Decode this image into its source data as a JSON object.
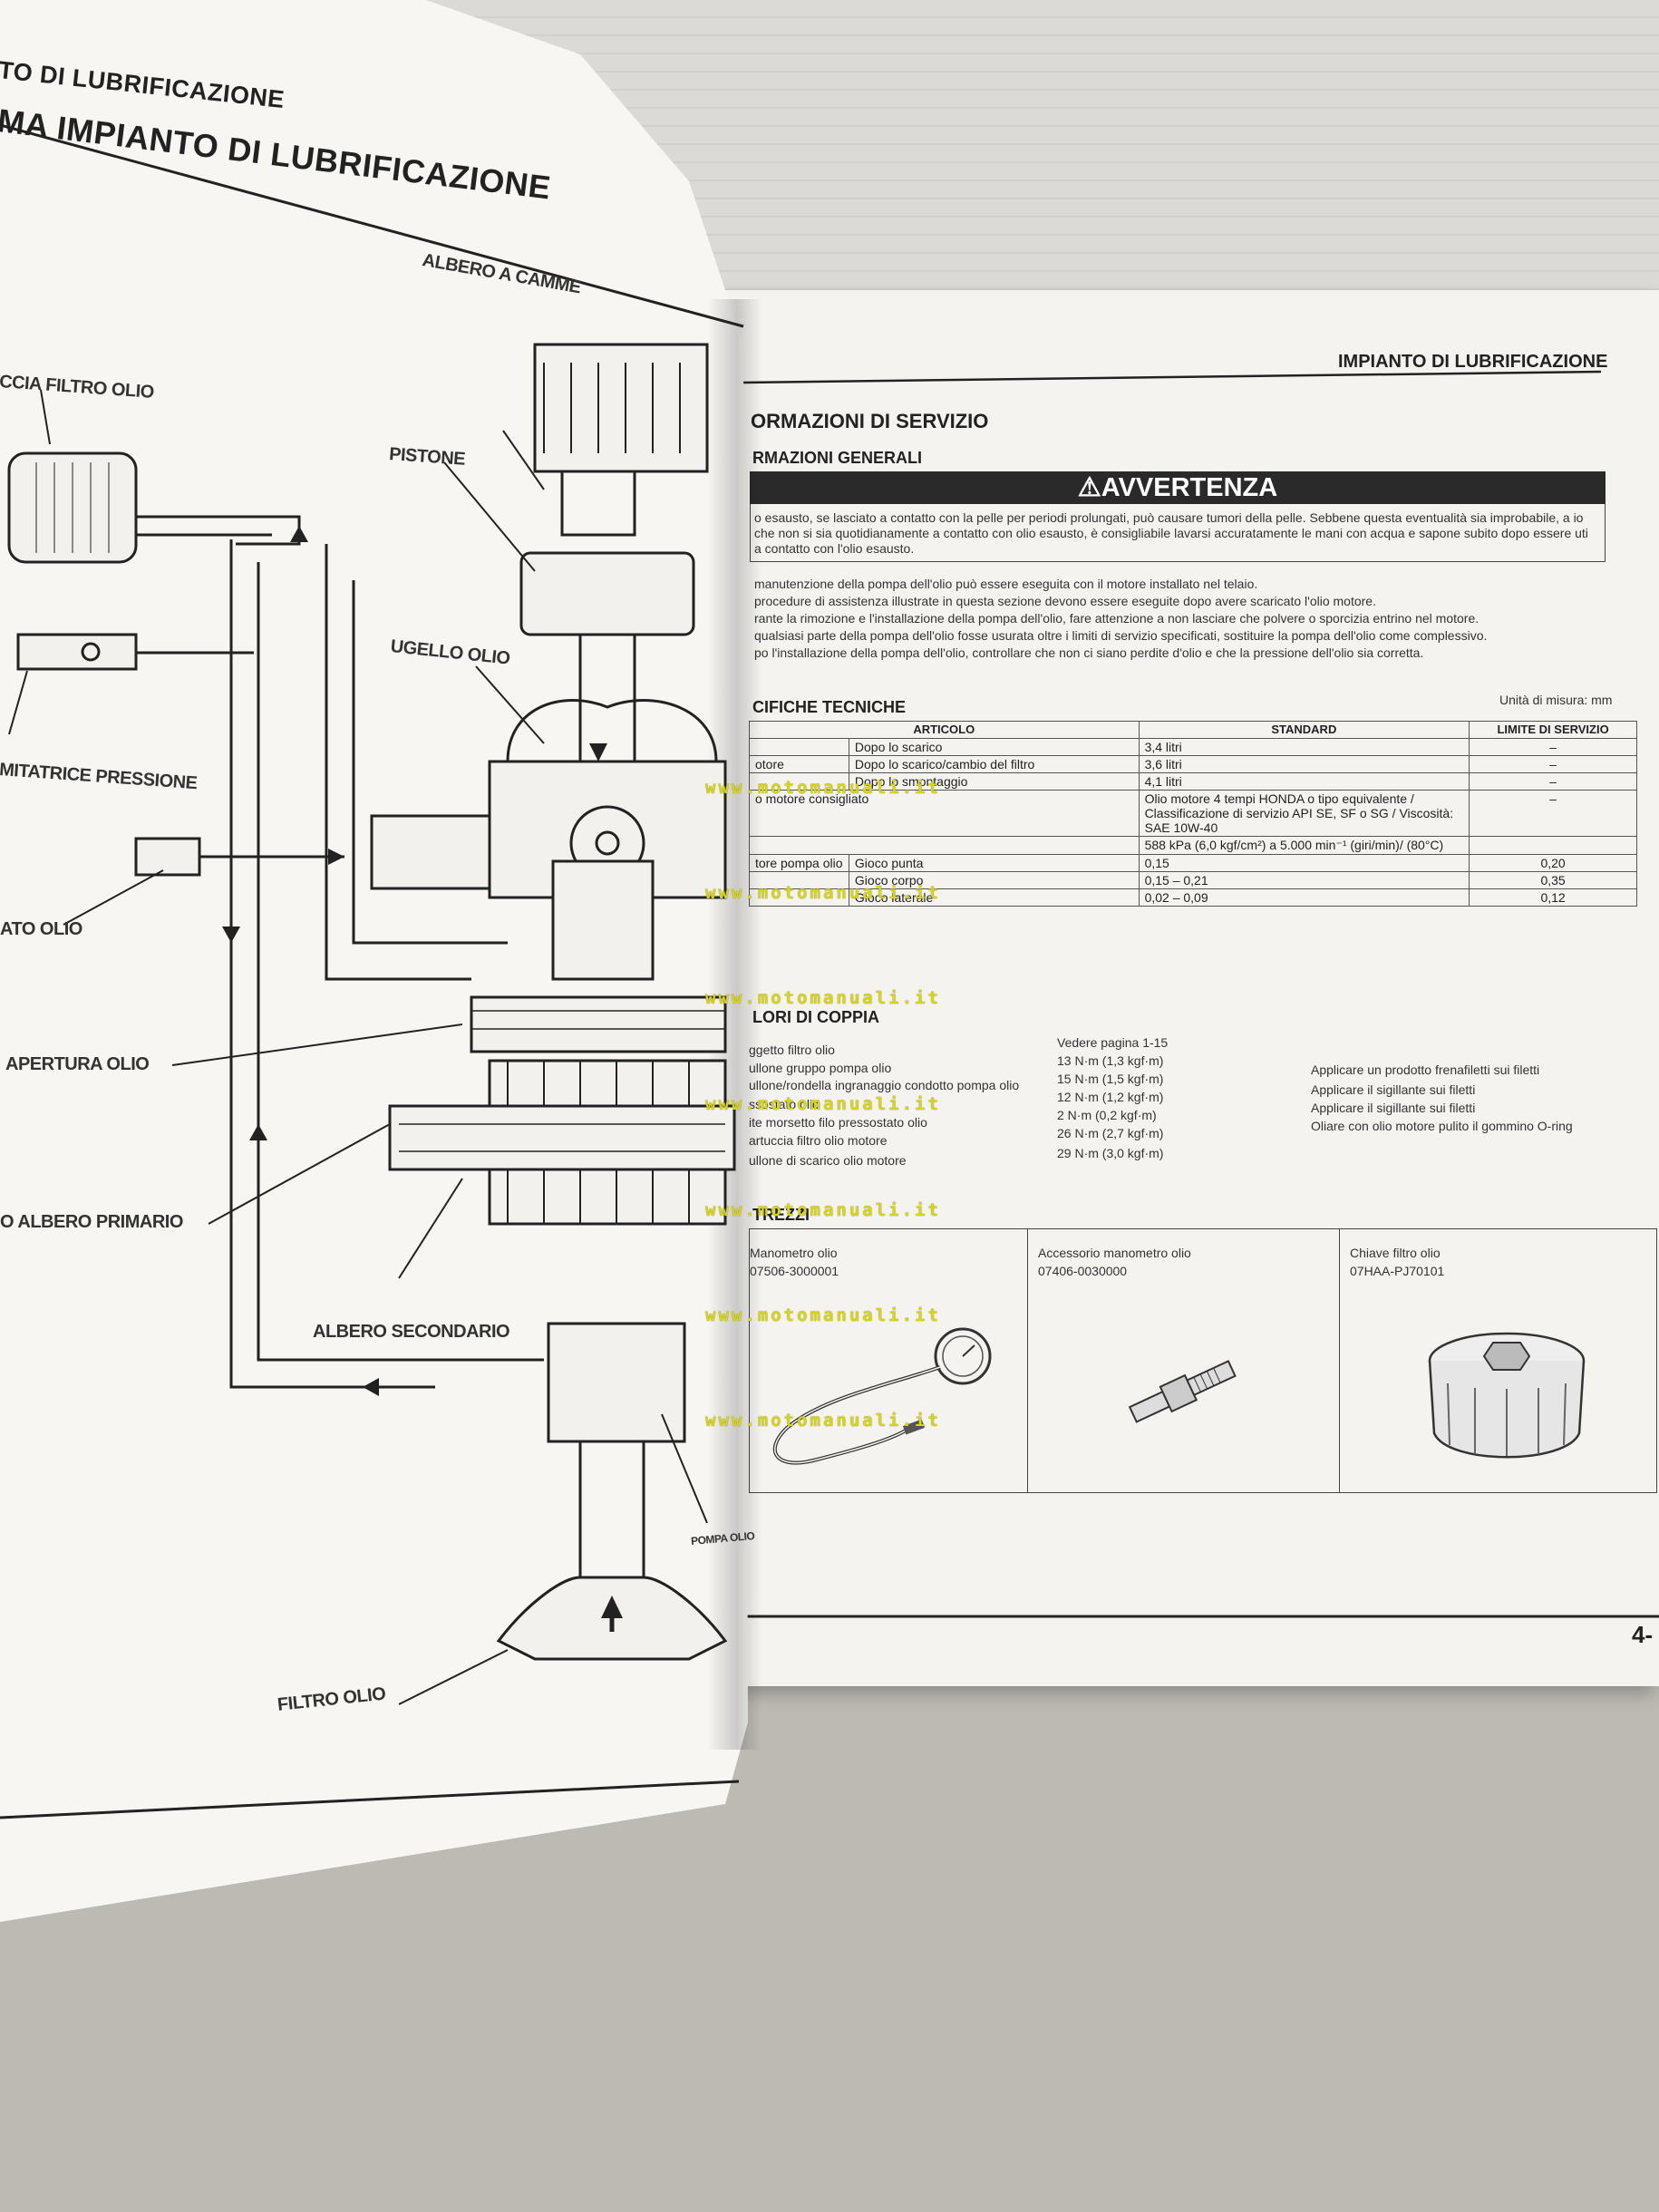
{
  "left_page": {
    "running_head": "TO DI LUBRIFICAZIONE",
    "title": "MA IMPIANTO DI LUBRIFICAZIONE",
    "labels": {
      "camshaft": "ALBERO A CAMME",
      "filter_cartridge": "CCIA FILTRO OLIO",
      "piston": "PISTONE",
      "oil_jet": "UGELLO OLIO",
      "relief_valve": "MITATRICE PRESSIONE",
      "pressure_switch": "ATO OLIO",
      "oil_passage": "APERTURA OLIO",
      "mainshaft": "O ALBERO PRIMARIO",
      "countershaft": "ALBERO SECONDARIO",
      "oil_pump": "POMPA OLIO",
      "oil_strainer": "FILTRO OLIO"
    }
  },
  "right_page": {
    "running_head": "IMPIANTO DI LUBRIFICAZIONE",
    "section_title": "ORMAZIONI DI SERVIZIO",
    "subsection_general": "RMAZIONI GENERALI",
    "warning": {
      "icon": "warning-triangle-icon",
      "title": "AVVERTENZA",
      "text": "o esausto, se lasciato a contatto con la pelle per periodi prolungati, può causare tumori della pelle. Sebbene questa eventualità sia improbabile, a io che non si sia quotidianamente a contatto con olio esausto, è consigliabile lavarsi accuratamente le mani con acqua e sapone subito dopo essere uti a contatto con l'olio esausto."
    },
    "notes": [
      "manutenzione della pompa dell'olio può essere eseguita con il motore installato nel telaio.",
      "procedure di assistenza illustrate in questa sezione devono essere eseguite dopo avere scaricato l'olio motore.",
      "rante la rimozione e l'installazione della pompa dell'olio, fare attenzione a non lasciare che polvere o sporcizia entrino nel motore.",
      "qualsiasi parte della pompa dell'olio fosse usurata oltre i limiti di servizio specificati, sostituire la pompa dell'olio come complessivo.",
      "po l'installazione della pompa dell'olio, controllare che non ci siano perdite d'olio e che la pressione dell'olio sia corretta."
    ],
    "specs_title": "CIFICHE TECNICHE",
    "units": "Unità di misura: mm",
    "spec_headers": {
      "item": "ARTICOLO",
      "standard": "STANDARD",
      "limit": "LIMITE DI SERVIZIO"
    },
    "spec_rows": [
      {
        "group": "",
        "sub": "Dopo lo scarico",
        "standard": "3,4 litri",
        "limit": "–"
      },
      {
        "group": "otore",
        "sub": "Dopo lo scarico/cambio del filtro",
        "standard": "3,6 litri",
        "limit": "–"
      },
      {
        "group": "",
        "sub": "Dopo lo smontaggio",
        "standard": "4,1 litri",
        "limit": "–"
      },
      {
        "group": "o motore consigliato",
        "sub": "",
        "standard": "Olio motore 4 tempi HONDA o tipo equivalente / Classificazione di servizio API SE, SF o SG / Viscosità: SAE 10W-40",
        "limit": "–"
      },
      {
        "group": "",
        "sub": "",
        "standard": "588 kPa (6,0 kgf/cm²) a 5.000 min⁻¹ (giri/min)/ (80°C)",
        "limit": ""
      },
      {
        "group": "tore pompa olio",
        "sub": "Gioco punta",
        "standard": "0,15",
        "limit": "0,20"
      },
      {
        "group": "",
        "sub": "Gioco corpo",
        "standard": "0,15 – 0,21",
        "limit": "0,35"
      },
      {
        "group": "",
        "sub": "Gioco laterale",
        "standard": "0,02 – 0,09",
        "limit": "0,12"
      }
    ],
    "torque_title": "LORI DI COPPIA",
    "torque_items": [
      {
        "item": "ggetto filtro olio",
        "value": "Vedere pagina 1-15",
        "note": ""
      },
      {
        "item": "ullone gruppo pompa olio",
        "value": "13 N·m (1,3 kgf·m)",
        "note": ""
      },
      {
        "item": "ullone/rondella ingranaggio condotto pompa olio",
        "value": "15 N·m (1,5 kgf·m)",
        "note": "Applicare un prodotto frenafiletti sui filetti"
      },
      {
        "item": "ssostato olio",
        "value": "12 N·m (1,2 kgf·m)",
        "note": "Applicare il sigillante sui filetti"
      },
      {
        "item": "ite morsetto filo pressostato olio",
        "value": "2 N·m (0,2 kgf·m)",
        "note": "Applicare il sigillante sui filetti"
      },
      {
        "item": "artuccia filtro olio motore",
        "value": "26 N·m (2,7 kgf·m)",
        "note": "Oliare con olio motore pulito il gommino O-ring"
      },
      {
        "item": "ullone di scarico olio motore",
        "value": "29 N·m (3,0 kgf·m)",
        "note": ""
      }
    ],
    "tools_title": "TREZZI",
    "tools": [
      {
        "name": "Manometro olio",
        "code": "07506-3000001"
      },
      {
        "name": "Accessorio manometro olio",
        "code": "07406-0030000"
      },
      {
        "name": "Chiave filtro olio",
        "code": "07HAA-PJ70101"
      }
    ],
    "page_number": "4-"
  },
  "watermark": "www.motomanuali.it"
}
